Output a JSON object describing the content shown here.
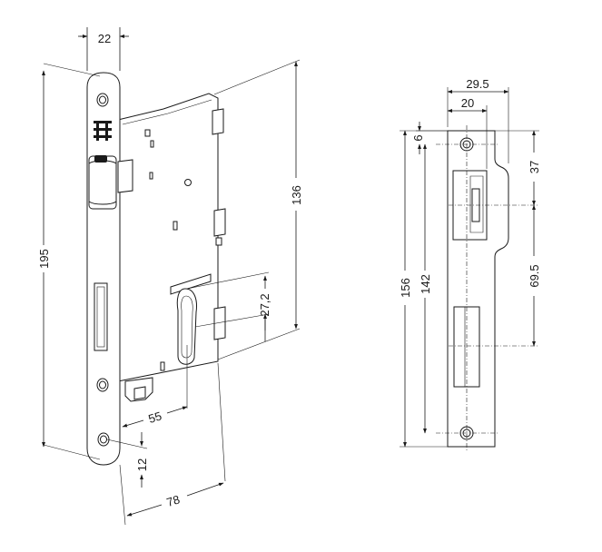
{
  "diagram": {
    "lock_body_dims": {
      "faceplate_width": "22",
      "total_height": "195",
      "case_height": "136",
      "spindle_to_cylinder": "27,2",
      "backset": "55",
      "case_depth": "78",
      "bottom_offset": "12"
    },
    "strike_plate_dims": {
      "width_outer": "29.5",
      "width_inner": "20",
      "top_offset": "6",
      "height_total": "156",
      "hole_spacing": "142",
      "latch_offset": "37",
      "latch_to_bolt": "69.5"
    }
  }
}
